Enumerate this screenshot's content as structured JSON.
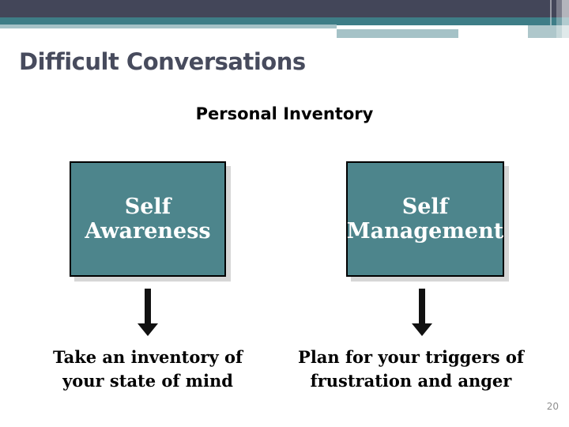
{
  "slide": {
    "title": "Difficult Conversations",
    "subtitle": "Personal Inventory",
    "page_number": "20"
  },
  "diagram": {
    "columns": [
      {
        "box_label": "Self Awareness",
        "box_label_lines": [
          "Self",
          "Awareness"
        ],
        "caption": "Take an inventory of your state of mind",
        "caption_lines": [
          "Take an inventory of",
          "your state of mind"
        ],
        "arrow_icon": "down-arrow"
      },
      {
        "box_label": "Self Management",
        "box_label_lines": [
          "Self",
          "Management"
        ],
        "caption": "Plan for your triggers of frustration and anger",
        "caption_lines": [
          "Plan for your triggers of",
          "frustration and anger"
        ],
        "arrow_icon": "down-arrow"
      }
    ]
  },
  "colors": {
    "header_dark_band": "#434659",
    "header_teal_band": "#3e7d87",
    "header_light_stripe": "#a5c2c7",
    "box_fill": "#4d858c",
    "box_border": "#000000",
    "box_shadow": "#d6d6d6",
    "box_text": "#ffffff",
    "title_text": "#474b5d",
    "subtitle_text": "#000000",
    "caption_text": "#000000",
    "arrow_color": "#111111",
    "page_number_text": "#8f8f8f"
  }
}
